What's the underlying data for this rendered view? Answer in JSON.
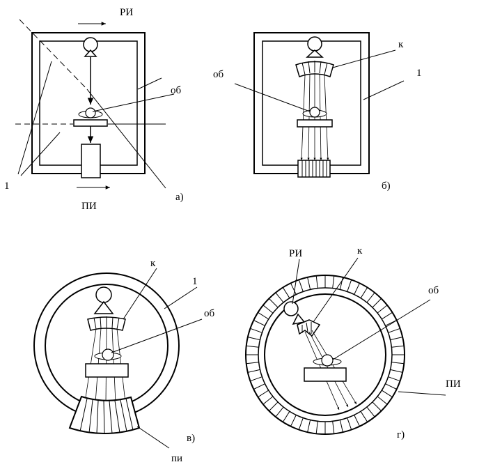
{
  "panels": {
    "a": {
      "caption": "а)",
      "label_rp": "РИ",
      "label_pi": "ПИ",
      "label_ob": "об",
      "label_1": "1"
    },
    "b": {
      "caption": "б)",
      "label_k": "к",
      "label_ob": "об",
      "label_1": "1"
    },
    "v": {
      "caption": "в)",
      "label_k": "к",
      "label_1": "1",
      "label_ob": "об",
      "label_pi": "пи"
    },
    "g": {
      "caption": "г)",
      "label_rp": "РИ",
      "label_k": "к",
      "label_ob": "об",
      "label_pi": "ПИ"
    }
  }
}
